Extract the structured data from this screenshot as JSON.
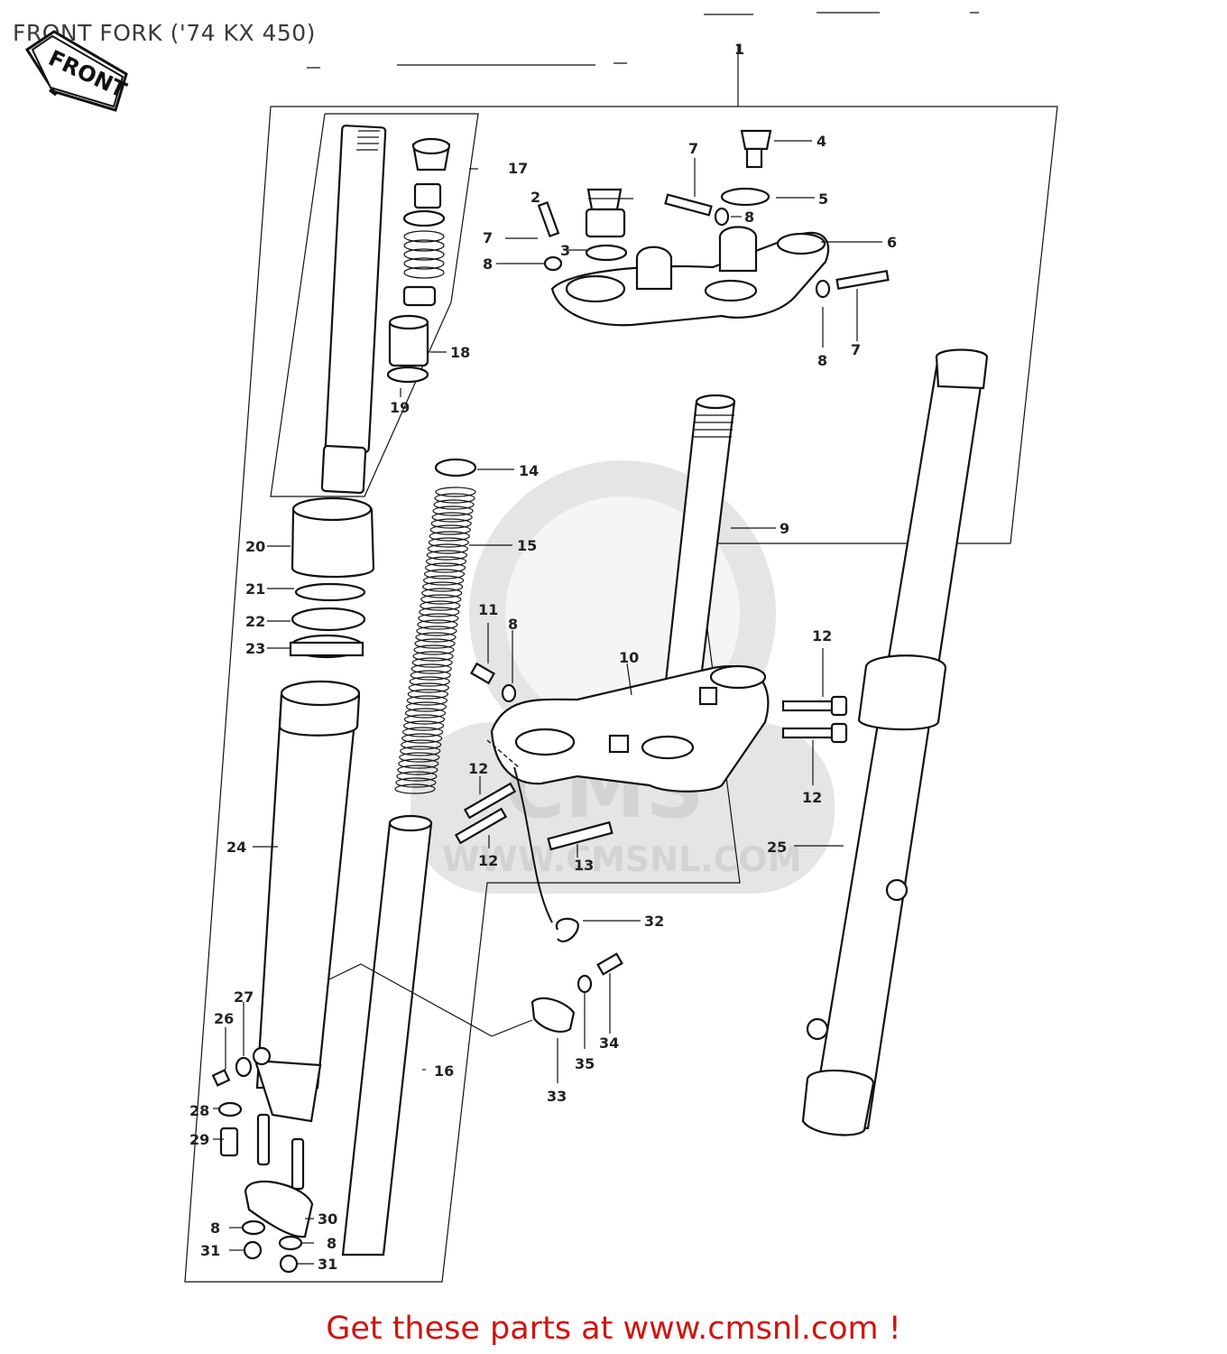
{
  "title": "FRONT FORK ('74 KX 450)",
  "front_badge": "FRONT",
  "footer": "Get these parts at www.cmsnl.com !",
  "watermark": {
    "brand": "CMS",
    "url": "WWW.CMSNL.COM"
  },
  "colors": {
    "footer": "#d0140f",
    "lines": "#111111",
    "watermark": "#cfcfcf"
  },
  "labels": {
    "p1": "1",
    "p2": "2",
    "p3": "3",
    "p4": "4",
    "p5": "5",
    "p6": "6",
    "p7a": "7",
    "p7b": "7",
    "p7c": "7",
    "p8a": "8",
    "p8b": "8",
    "p8c": "8",
    "p8d": "8",
    "p8e": "8",
    "p8f": "8",
    "p9": "9",
    "p10": "10",
    "p11": "11",
    "p12a": "12",
    "p12b": "12",
    "p12c": "12",
    "p12d": "12",
    "p13": "13",
    "p14": "14",
    "p15": "15",
    "p16": "16",
    "p17": "17",
    "p18": "18",
    "p19": "19",
    "p20": "20",
    "p21": "21",
    "p22": "22",
    "p23": "23",
    "p24": "24",
    "p25": "25",
    "p26": "26",
    "p27": "27",
    "p28": "28",
    "p29": "29",
    "p30": "30",
    "p31a": "31",
    "p31b": "31",
    "p32": "32",
    "p33": "33",
    "p34": "34",
    "p35": "35"
  }
}
